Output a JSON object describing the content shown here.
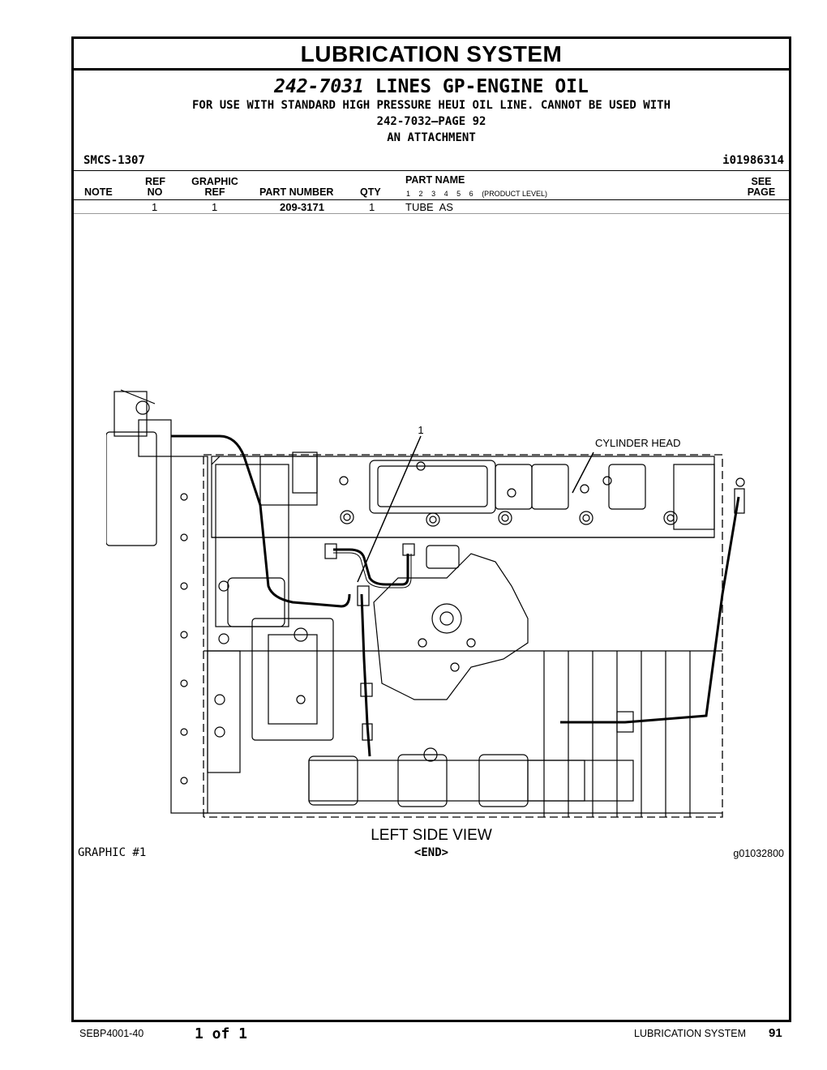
{
  "page": {
    "section_title": "LUBRICATION SYSTEM",
    "group_part_number": "242-7031",
    "group_name": "LINES GP-ENGINE OIL",
    "description_lines": [
      "FOR USE WITH STANDARD HIGH PRESSURE HEUI OIL LINE. CANNOT BE USED WITH",
      "242-7032—PAGE 92",
      "AN ATTACHMENT"
    ],
    "smcs": "SMCS-1307",
    "illustration_id": "i01986314"
  },
  "table": {
    "headers": {
      "note": "NOTE",
      "ref_no_top": "REF",
      "ref_no_bottom": "NO",
      "graphic_ref_top": "GRAPHIC",
      "graphic_ref_bottom": "REF",
      "part_number": "PART NUMBER",
      "qty": "QTY",
      "part_name": "PART NAME",
      "product_level": "(PRODUCT LEVEL)",
      "levels": [
        "1",
        "2",
        "3",
        "4",
        "5",
        "6"
      ],
      "see_page_top": "SEE",
      "see_page_bottom": "PAGE"
    },
    "rows": [
      {
        "note": "",
        "ref_no": "1",
        "graphic_ref": "1",
        "part_number": "209-3171",
        "qty": "1",
        "part_name": "TUBE AS",
        "see_page": ""
      }
    ]
  },
  "graphic": {
    "callout_1": "1",
    "callout_cylinder_head": "CYLINDER HEAD",
    "view_label": "LEFT SIDE VIEW",
    "graphic_label": "GRAPHIC #1",
    "end_label": "<END>",
    "graphic_number": "g01032800"
  },
  "footer": {
    "doc_number": "SEBP4001-40",
    "page_of": "1 of 1",
    "section": "LUBRICATION SYSTEM",
    "page_number": "91"
  }
}
